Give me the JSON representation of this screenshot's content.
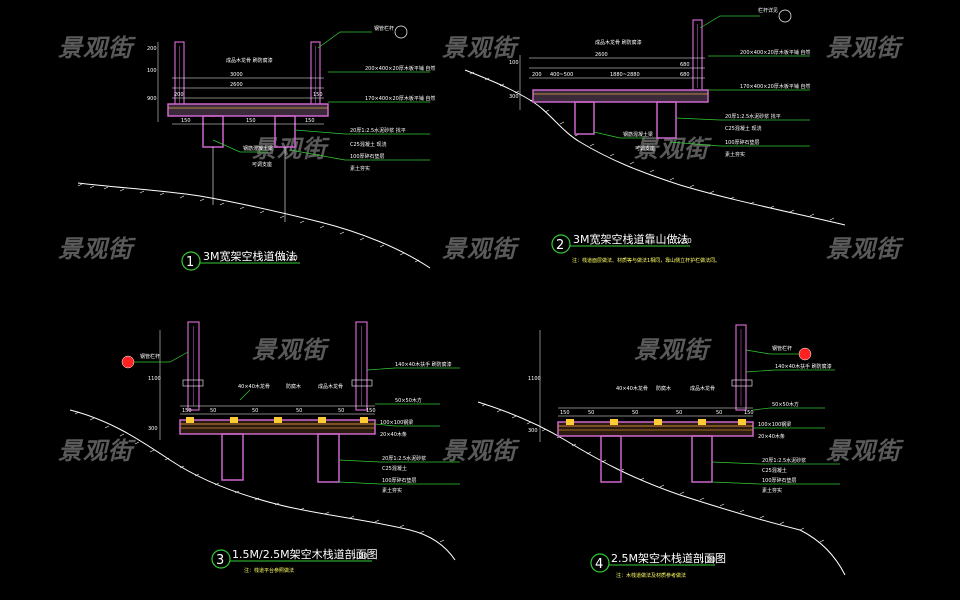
{
  "watermark": "景观街",
  "colors": {
    "background": "#000000",
    "ground": "#ffffff",
    "structure": "#cc33cc",
    "leader": "#33cc33",
    "dimension": "#ffffff",
    "deck": "#cc66cc",
    "title_circle": "#33cc33",
    "post": "#cc66cc",
    "marker": "#ff2222"
  },
  "details": [
    {
      "number": "1",
      "title": "3M宽架空栈道做法",
      "scale": "1:30",
      "note": ""
    },
    {
      "number": "2",
      "title": "3M宽架空栈道靠山做法",
      "scale": "1:30",
      "note": "注：栈道面层做法、材质等与做法1相同，靠山侧立杆护栏做法同。"
    },
    {
      "number": "3",
      "title": "1.5M/2.5M架空木栈道剖面图",
      "scale": "1:20",
      "note": "注：栈道平台参照做法"
    },
    {
      "number": "4",
      "title": "2.5M架空木栈道剖面图",
      "scale": "1:20",
      "note": "注：木栈道做法及材质参考做法"
    }
  ],
  "dims": {
    "d1_top": [
      "200",
      "3000",
      "150"
    ],
    "d1_mid": [
      "2600"
    ],
    "d1_bot": [
      "150",
      "150",
      "150"
    ],
    "d1_side": [
      "200",
      "100",
      "900"
    ],
    "d2_top": [
      "2600",
      "680"
    ],
    "d2_mid": [
      "200",
      "400~500",
      "1880~2880",
      "680"
    ],
    "d2_side": [
      "100",
      "300"
    ],
    "d3_top": [
      "150",
      "50",
      "50",
      "50",
      "50",
      "150"
    ],
    "d3_side": [
      "1100",
      "300"
    ],
    "d4_top": [
      "150",
      "50",
      "50",
      "50",
      "50",
      "150"
    ],
    "d4_side": [
      "1100",
      "300"
    ]
  },
  "labels": {
    "d1": [
      "钢管栏杆",
      "成品木龙骨 刷防腐漆",
      "200×400×20厚木板平铺 自然",
      "170×400×20厚木板平铺 自然",
      "20厚1:2.5水泥砂浆 找平",
      "C25混凝土 现浇",
      "100厚碎石垫层",
      "素土夯实",
      "钢筋混凝土梁",
      "可调支座"
    ],
    "d2": [
      "栏杆详见",
      "成品木龙骨 刷防腐漆",
      "200×400×20厚木板平铺 自然",
      "170×400×20厚木板平铺 自然",
      "20厚1:2.5水泥砂浆 找平",
      "C25混凝土 现浇",
      "100厚碎石垫层",
      "素土夯实",
      "钢筋混凝土梁",
      "可调支座"
    ],
    "d3": [
      "钢管栏杆",
      "140×40木扶手 刷防腐漆",
      "40×40木龙骨",
      "防腐木",
      "成品木龙骨",
      "50×50木方",
      "100×100钢梁",
      "20×40木条",
      "20厚1:2.5水泥砂浆",
      "C25混凝土",
      "100厚碎石垫层",
      "素土夯实"
    ],
    "d4": [
      "钢管栏杆",
      "140×40木扶手 刷防腐漆",
      "40×40木龙骨",
      "防腐木",
      "成品木龙骨",
      "50×50木方",
      "100×100钢梁",
      "20×40木条",
      "20厚1:2.5水泥砂浆",
      "C25混凝土",
      "100厚碎石垫层",
      "素土夯实"
    ]
  }
}
